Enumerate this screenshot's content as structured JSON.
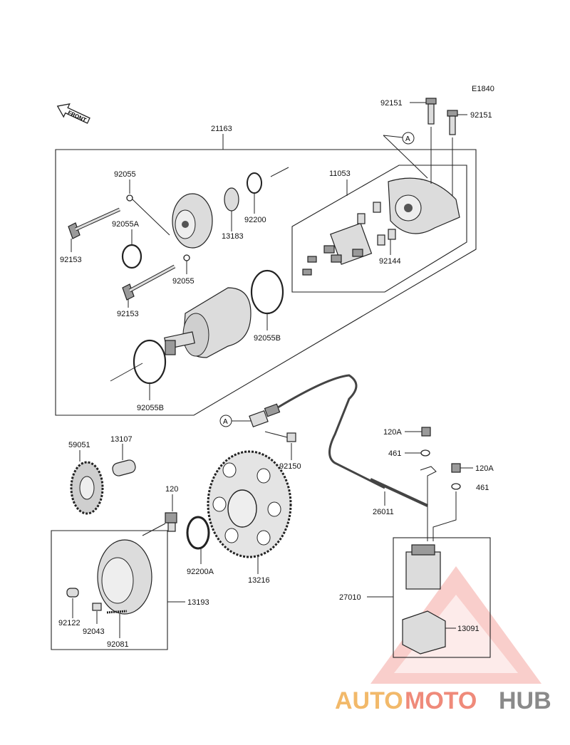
{
  "figure_code": "E1840",
  "front_marker": "FRONT",
  "ref_marker": "A",
  "watermark": {
    "part1": "AUTO",
    "part2": "MOTO",
    "part3": "HUB",
    "color1": "#f2b96a",
    "color2": "#ef8a7a",
    "color3": "#8a8a8a"
  },
  "labels": {
    "p21163": "21163",
    "p92151a": "92151",
    "p92151b": "92151",
    "p92055a": "92055",
    "p92055A": "92055A",
    "p92153a": "92153",
    "p92055b": "92055",
    "p92153b": "92153",
    "p13183": "13183",
    "p92200": "92200",
    "p11053": "11053",
    "p92144": "92144",
    "p92055B_a": "92055B",
    "p92055B_b": "92055B",
    "p59051": "59051",
    "p13107": "13107",
    "p120": "120",
    "p92150": "92150",
    "p120A_a": "120A",
    "p461_a": "461",
    "p120A_b": "120A",
    "p461_b": "461",
    "p26011": "26011",
    "p13193": "13193",
    "p92200A": "92200A",
    "p13216": "13216",
    "p27010": "27010",
    "p13091": "13091",
    "p92122": "92122",
    "p92043": "92043",
    "p92081": "92081"
  }
}
